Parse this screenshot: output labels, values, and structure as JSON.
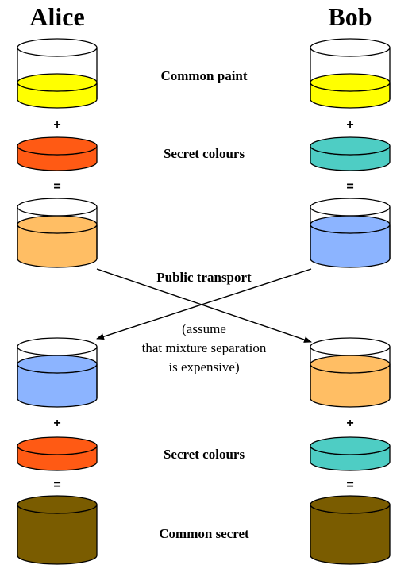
{
  "header": {
    "left_title": "Alice",
    "right_title": "Bob"
  },
  "labels": {
    "common_paint": "Common paint",
    "secret_colours_top": "Secret colours",
    "public_transport": "Public transport",
    "note_line1": "(assume",
    "note_line2": "that mixture separation",
    "note_line3": "is expensive)",
    "secret_colours_bottom": "Secret colours",
    "common_secret": "Common secret"
  },
  "operators": {
    "plus": "+",
    "equals": "="
  },
  "colors": {
    "common_paint": "#ffff00",
    "alice_secret": "#ff5a14",
    "bob_secret": "#4ecdc4",
    "alice_mixture": "#ffbe64",
    "bob_mixture": "#8cb4ff",
    "common_secret": "#7a5c00"
  },
  "icons": {
    "container": "paint-pot-icon",
    "transfer": "arrow-icon"
  }
}
